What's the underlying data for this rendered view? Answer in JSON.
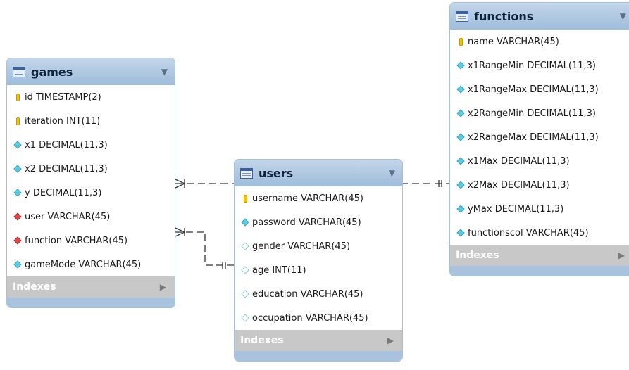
{
  "tables": {
    "games": {
      "name": "games",
      "columns": [
        {
          "text": "id TIMESTAMP(2)",
          "icon": "key-icon"
        },
        {
          "text": "iteration INT(11)",
          "icon": "key-icon"
        },
        {
          "text": "x1 DECIMAL(11,3)",
          "icon": "not-null-column-icon"
        },
        {
          "text": "x2 DECIMAL(11,3)",
          "icon": "not-null-column-icon"
        },
        {
          "text": "y DECIMAL(11,3)",
          "icon": "not-null-column-icon"
        },
        {
          "text": "user VARCHAR(45)",
          "icon": "foreign-key-icon"
        },
        {
          "text": "function VARCHAR(45)",
          "icon": "foreign-key-icon"
        },
        {
          "text": "gameMode VARCHAR(45)",
          "icon": "not-null-column-icon"
        }
      ],
      "indexes_label": "Indexes"
    },
    "users": {
      "name": "users",
      "columns": [
        {
          "text": "username VARCHAR(45)",
          "icon": "key-icon"
        },
        {
          "text": "password VARCHAR(45)",
          "icon": "not-null-column-icon"
        },
        {
          "text": "gender VARCHAR(45)",
          "icon": "nullable-column-icon"
        },
        {
          "text": "age INT(11)",
          "icon": "nullable-column-icon"
        },
        {
          "text": "education VARCHAR(45)",
          "icon": "nullable-column-icon"
        },
        {
          "text": "occupation VARCHAR(45)",
          "icon": "nullable-column-icon"
        }
      ],
      "indexes_label": "Indexes"
    },
    "functions": {
      "name": "functions",
      "columns": [
        {
          "text": "name VARCHAR(45)",
          "icon": "key-icon"
        },
        {
          "text": "x1RangeMin DECIMAL(11,3)",
          "icon": "not-null-column-icon"
        },
        {
          "text": "x1RangeMax DECIMAL(11,3)",
          "icon": "not-null-column-icon"
        },
        {
          "text": "x2RangeMin DECIMAL(11,3)",
          "icon": "not-null-column-icon"
        },
        {
          "text": "x2RangeMax DECIMAL(11,3)",
          "icon": "not-null-column-icon"
        },
        {
          "text": "x1Max DECIMAL(11,3)",
          "icon": "not-null-column-icon"
        },
        {
          "text": "x2Max DECIMAL(11,3)",
          "icon": "not-null-column-icon"
        },
        {
          "text": "yMax DECIMAL(11,3)",
          "icon": "not-null-column-icon"
        },
        {
          "text": "functionscol VARCHAR(45)",
          "icon": "not-null-column-icon"
        }
      ],
      "indexes_label": "Indexes"
    }
  },
  "colors": {
    "header": "#9fbcda",
    "key": "#f2c200",
    "not_null": "#5fcbe0",
    "foreign_key": "#d84b4b",
    "indexes_bar": "#c8c8c8",
    "relationship_line": "#333333"
  },
  "relationships": [
    {
      "from": "games",
      "to": "functions",
      "from_end": "many",
      "to_end": "one"
    },
    {
      "from": "games",
      "to": "users",
      "from_end": "many",
      "to_end": "one"
    }
  ]
}
